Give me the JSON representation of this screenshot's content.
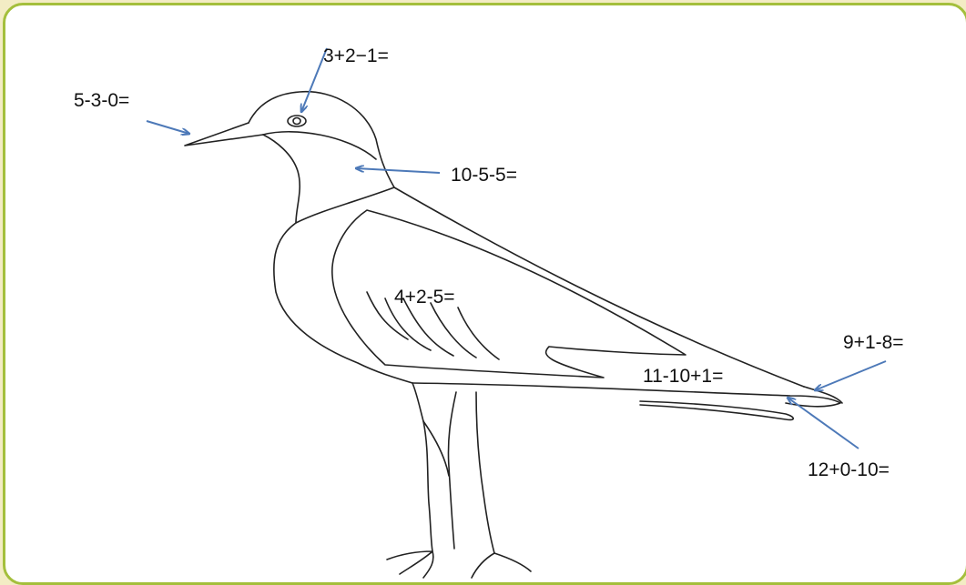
{
  "worksheet": {
    "accent_border_color": "#a4bf3c",
    "arrow_color": "#4d79b8",
    "labels": {
      "beak": "5-3-0=",
      "eye": "3+2−1=",
      "throat": "10-5-5=",
      "wing": "4+2-5=",
      "wing_tip": "11-10+1=",
      "tail_upper": "9+1-8=",
      "tail_lower": "12+0-10="
    }
  }
}
